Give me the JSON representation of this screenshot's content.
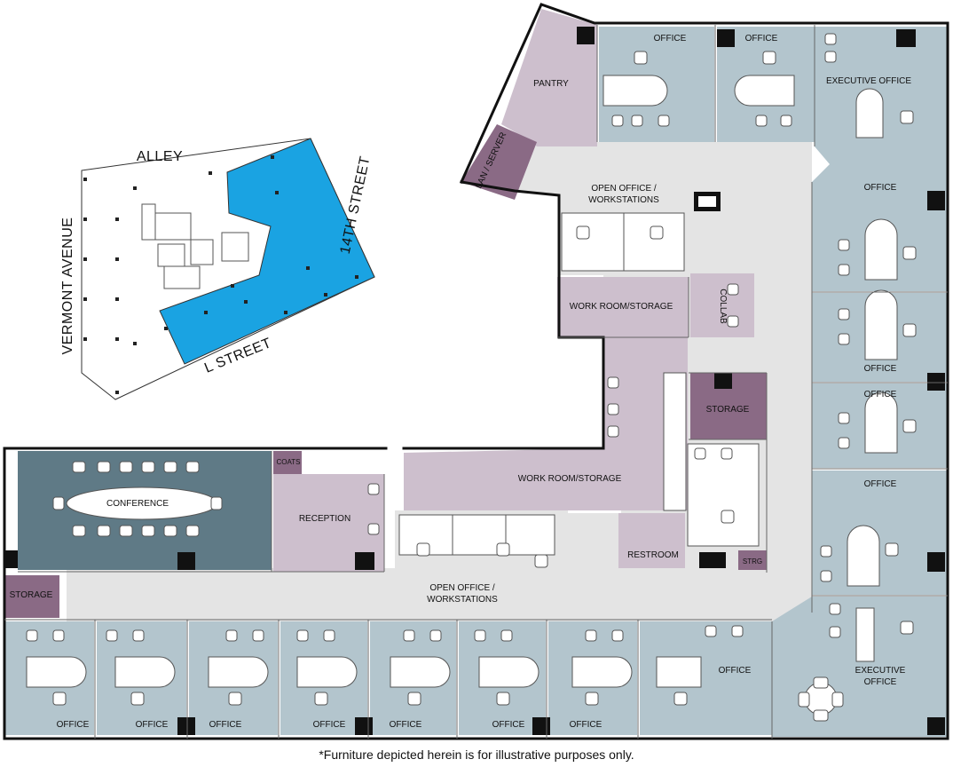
{
  "colors": {
    "office": "#b3c5cd",
    "conference": "#5f7a86",
    "support": "#cdbfcd",
    "support_dark": "#8a6a85",
    "corridor": "#e4e4e4",
    "highlight": "#1aa3e2",
    "wall": "#111111"
  },
  "key_plan": {
    "street_north": "ALLEY",
    "street_west": "VERMONT AVENUE",
    "street_east": "14TH STREET",
    "street_south": "L STREET"
  },
  "rooms": {
    "pantry": "PANTRY",
    "lan_server": "LAN / SERVER",
    "office_top_1": "OFFICE",
    "office_top_2": "OFFICE",
    "executive_office_top": "EXECUTIVE OFFICE",
    "open_office_top_1": "OPEN OFFICE /",
    "open_office_top_2": "WORKSTATIONS",
    "office_right_1": "OFFICE",
    "office_right_2": "OFFICE",
    "office_right_3": "OFFICE",
    "office_right_4": "OFFICE",
    "work_room_storage_1": "WORK ROOM/STORAGE",
    "collab": "COLLAB",
    "storage_mid": "STORAGE",
    "work_room_storage_2": "WORK ROOM/STORAGE",
    "coats": "COATS",
    "conference": "CONFERENCE",
    "reception": "RECEPTION",
    "restroom": "RESTROOM",
    "strg": "STRG",
    "storage_left": "STORAGE",
    "open_office_bottom_1": "OPEN OFFICE /",
    "open_office_bottom_2": "WORKSTATIONS",
    "office_bottom_1": "OFFICE",
    "office_bottom_2": "OFFICE",
    "office_bottom_3": "OFFICE",
    "office_bottom_4": "OFFICE",
    "office_bottom_5": "OFFICE",
    "office_bottom_6": "OFFICE",
    "office_bottom_7": "OFFICE",
    "office_bottom_8": "OFFICE",
    "executive_office_bottom_1": "EXECUTIVE",
    "executive_office_bottom_2": "OFFICE"
  },
  "footnote": "*Furniture depicted herein is for illustrative purposes only."
}
